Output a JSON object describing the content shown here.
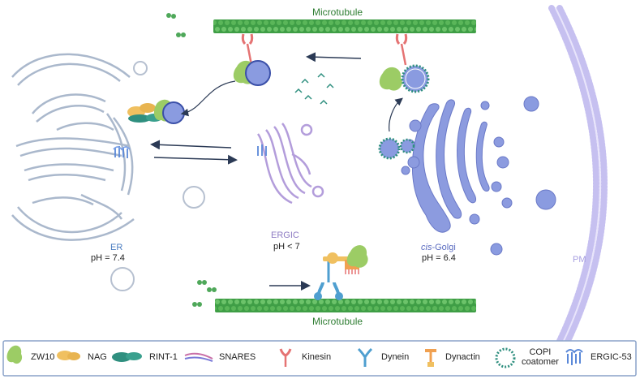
{
  "labels": {
    "microtubule_top": "Microtubule",
    "microtubule_bottom": "Microtubule",
    "er_name": "ER",
    "er_ph": "pH = 7.4",
    "ergic_name": "ERGIC",
    "ergic_ph": "pH < 7",
    "golgi_name_italic": "cis",
    "golgi_name_rest": "-Golgi",
    "golgi_ph": "pH = 6.4",
    "pm": "PM"
  },
  "legend": [
    {
      "icon": "zw10-icon",
      "label": "ZW10"
    },
    {
      "icon": "nag-icon",
      "label": "NAG"
    },
    {
      "icon": "rint1-icon",
      "label": "RINT-1"
    },
    {
      "icon": "snares-icon",
      "label": "SNARES"
    },
    {
      "icon": "kinesin-icon",
      "label": "Kinesin"
    },
    {
      "icon": "dynein-icon",
      "label": "Dynein"
    },
    {
      "icon": "dynactin-icon",
      "label": "Dynactin"
    },
    {
      "icon": "copi-coatomer-icon",
      "label": "COPI\ncoatomer"
    },
    {
      "icon": "ergic53-icon",
      "label": "ERGIC-53"
    }
  ],
  "colors": {
    "microtubule": "#4caf50",
    "membrane_er": "#9fb1c9",
    "ergic": "#b39ddb",
    "golgi": "#8c9bdf",
    "vesicle": "#8a9be0",
    "zw10": "#9ccc65",
    "nag": "#f0c060",
    "rint1": "#2f8f7f",
    "kinesin": "#e57373",
    "dynein": "#4f9fd0",
    "dynactin": "#f0a050",
    "copi": "#2f8f7f",
    "ergic53": "#5a88d8",
    "pm": "#c6c0f0"
  }
}
